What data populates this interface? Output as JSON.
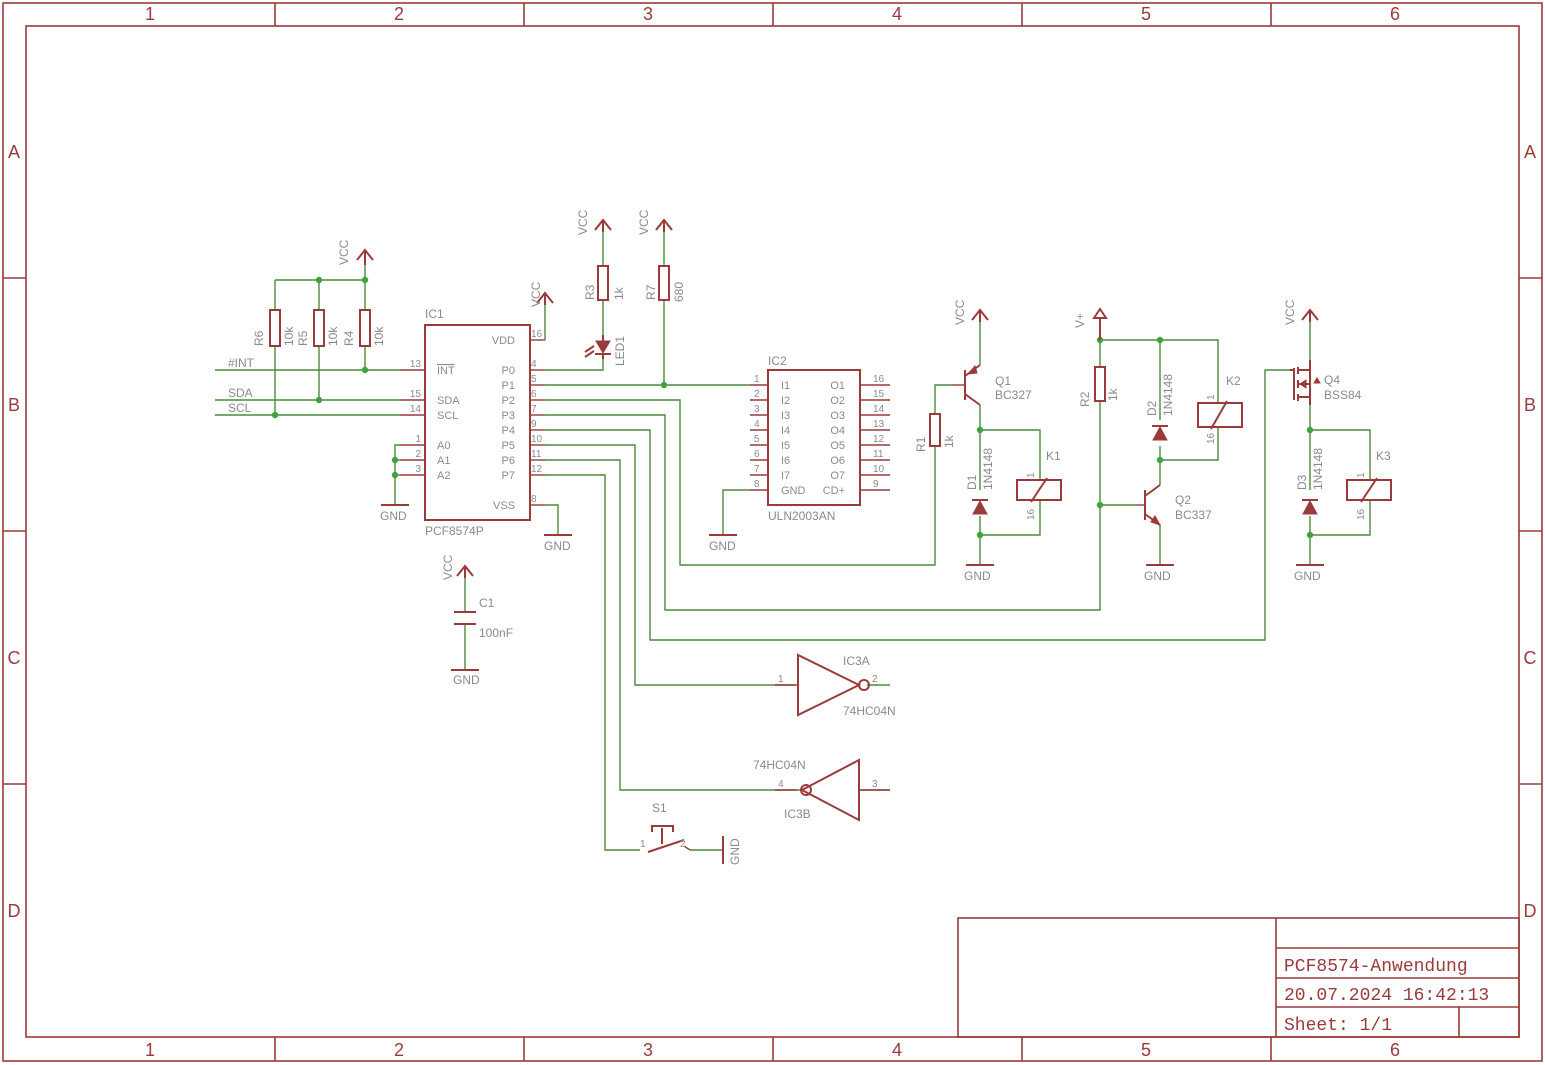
{
  "frame": {
    "columns": [
      "1",
      "2",
      "3",
      "4",
      "5",
      "6"
    ],
    "rows": [
      "A",
      "B",
      "C",
      "D"
    ]
  },
  "title_block": {
    "title": "PCF8574-Anwendung",
    "datetime": "20.07.2024 16:42:13",
    "sheet": "Sheet: 1/1"
  },
  "parts": {
    "ic1": {
      "name": "IC1",
      "value": "PCF8574P",
      "left_pins": [
        [
          "13",
          "INT"
        ],
        [
          "15",
          "SDA"
        ],
        [
          "14",
          "SCL"
        ],
        [
          "1",
          "A0"
        ],
        [
          "2",
          "A1"
        ],
        [
          "3",
          "A2"
        ]
      ],
      "right_pins": [
        [
          "16",
          "VDD"
        ],
        [
          "4",
          "P0"
        ],
        [
          "5",
          "P1"
        ],
        [
          "6",
          "P2"
        ],
        [
          "7",
          "P3"
        ],
        [
          "9",
          "P4"
        ],
        [
          "10",
          "P5"
        ],
        [
          "11",
          "P6"
        ],
        [
          "12",
          "P7"
        ],
        [
          "8",
          "VSS"
        ]
      ]
    },
    "ic2": {
      "name": "IC2",
      "value": "ULN2003AN",
      "left_pins": [
        [
          "1",
          "I1"
        ],
        [
          "2",
          "I2"
        ],
        [
          "3",
          "I3"
        ],
        [
          "4",
          "I4"
        ],
        [
          "5",
          "I5"
        ],
        [
          "6",
          "I6"
        ],
        [
          "7",
          "I7"
        ],
        [
          "8",
          "GND"
        ]
      ],
      "right_pins": [
        [
          "16",
          "O1"
        ],
        [
          "15",
          "O2"
        ],
        [
          "14",
          "O3"
        ],
        [
          "13",
          "O4"
        ],
        [
          "12",
          "O5"
        ],
        [
          "11",
          "O6"
        ],
        [
          "10",
          "O7"
        ],
        [
          "9",
          "CD+"
        ]
      ]
    },
    "ic3a": {
      "name": "IC3A",
      "value": "74HC04N",
      "in_pin": "1",
      "out_pin": "2"
    },
    "ic3b": {
      "name": "IC3B",
      "value": "74HC04N",
      "in_pin": "4",
      "out_pin": "3"
    },
    "r1": {
      "name": "R1",
      "value": "1k"
    },
    "r2": {
      "name": "R2",
      "value": "1k"
    },
    "r3": {
      "name": "R3",
      "value": "1k"
    },
    "r4": {
      "name": "R4",
      "value": "10k"
    },
    "r5": {
      "name": "R5",
      "value": "10k"
    },
    "r6": {
      "name": "R6",
      "value": "10k"
    },
    "r7": {
      "name": "R7",
      "value": "680"
    },
    "led1": {
      "name": "LED1"
    },
    "c1": {
      "name": "C1",
      "value": "100nF"
    },
    "q1": {
      "name": "Q1",
      "value": "BC327"
    },
    "q2": {
      "name": "Q2",
      "value": "BC337"
    },
    "q4": {
      "name": "Q4",
      "value": "BSS84"
    },
    "d1": {
      "name": "D1",
      "value": "1N4148"
    },
    "d2": {
      "name": "D2",
      "value": "1N4148"
    },
    "d3": {
      "name": "D3",
      "value": "1N4148"
    },
    "k1": {
      "name": "K1",
      "pin_a": "1",
      "pin_b": "16"
    },
    "k2": {
      "name": "K2",
      "pin_a": "1",
      "pin_b": "16"
    },
    "k3": {
      "name": "K3",
      "pin_a": "1",
      "pin_b": "16"
    },
    "s1": {
      "name": "S1",
      "pin_a": "1",
      "pin_b": "2"
    }
  },
  "nets": {
    "int": "#INT",
    "sda": "SDA",
    "scl": "SCL",
    "vcc": "VCC",
    "vplus": "V+",
    "gnd": "GND"
  }
}
